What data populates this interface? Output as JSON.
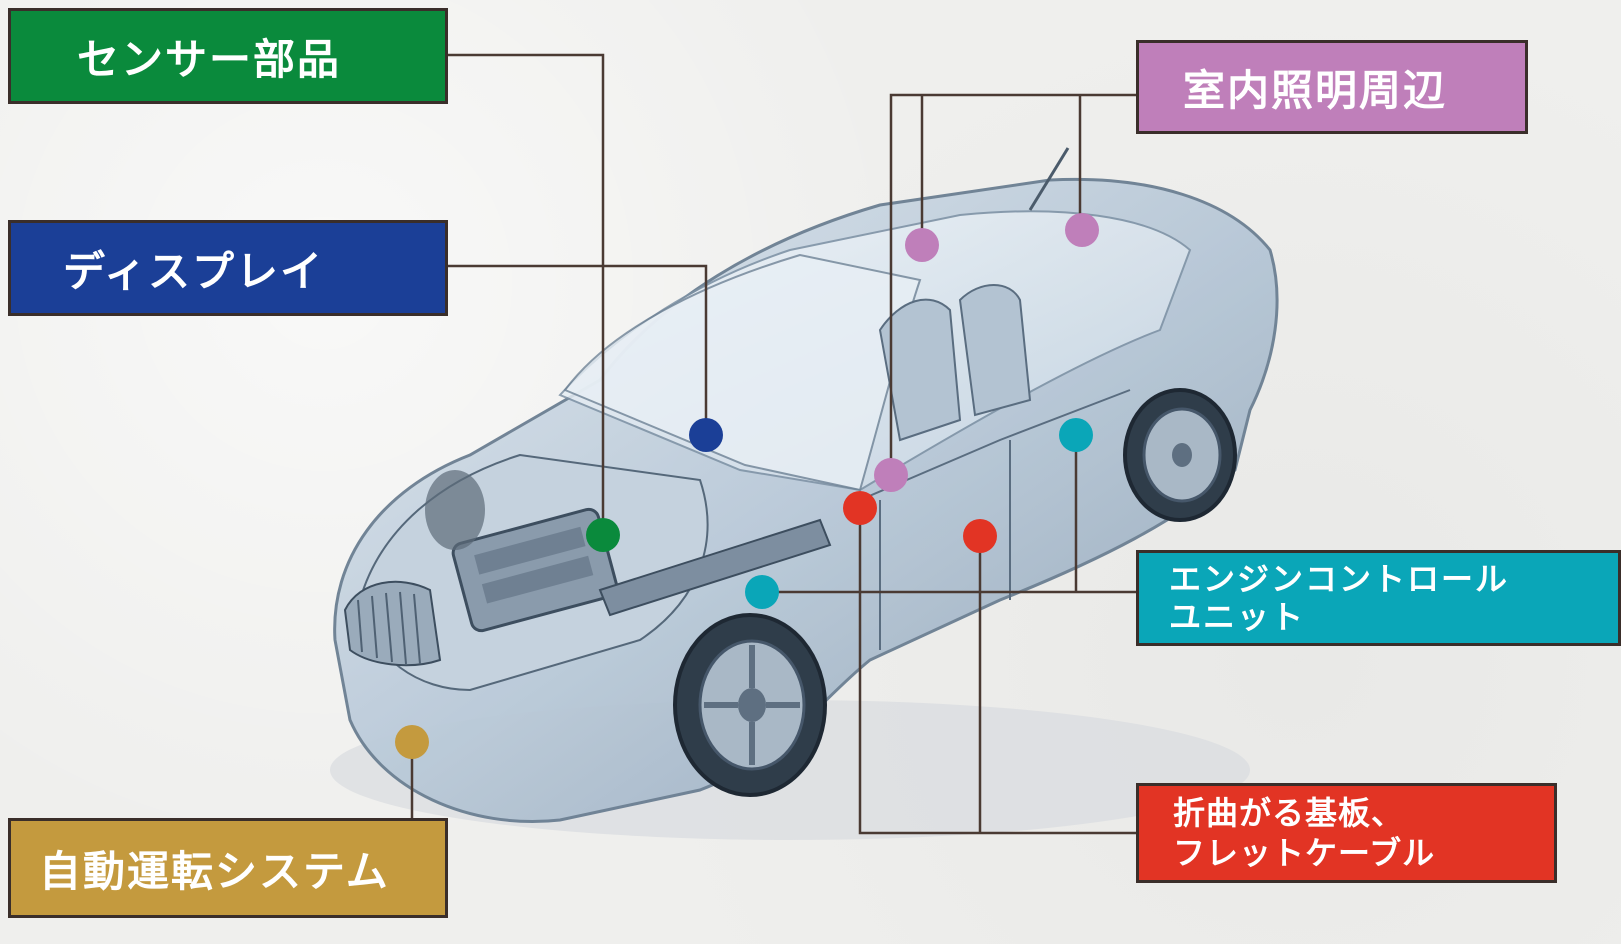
{
  "colors": {
    "sensor": "#0a8a3c",
    "display": "#1b3f97",
    "auto": "#c49a3e",
    "room": "#bf7fba",
    "ecu": "#0aa6b8",
    "flex": "#e23424",
    "line": "#4a3a33"
  },
  "labels": {
    "sensor": "センサー部品",
    "display": "ディスプレイ",
    "auto": "自動運転システム",
    "room": "室内照明周辺",
    "ecu": "エンジンコントロール\nユニット",
    "flex": "折曲がる基板、\nフレットケーブル"
  },
  "image": {
    "subject": "car-cutaway-illustration"
  }
}
